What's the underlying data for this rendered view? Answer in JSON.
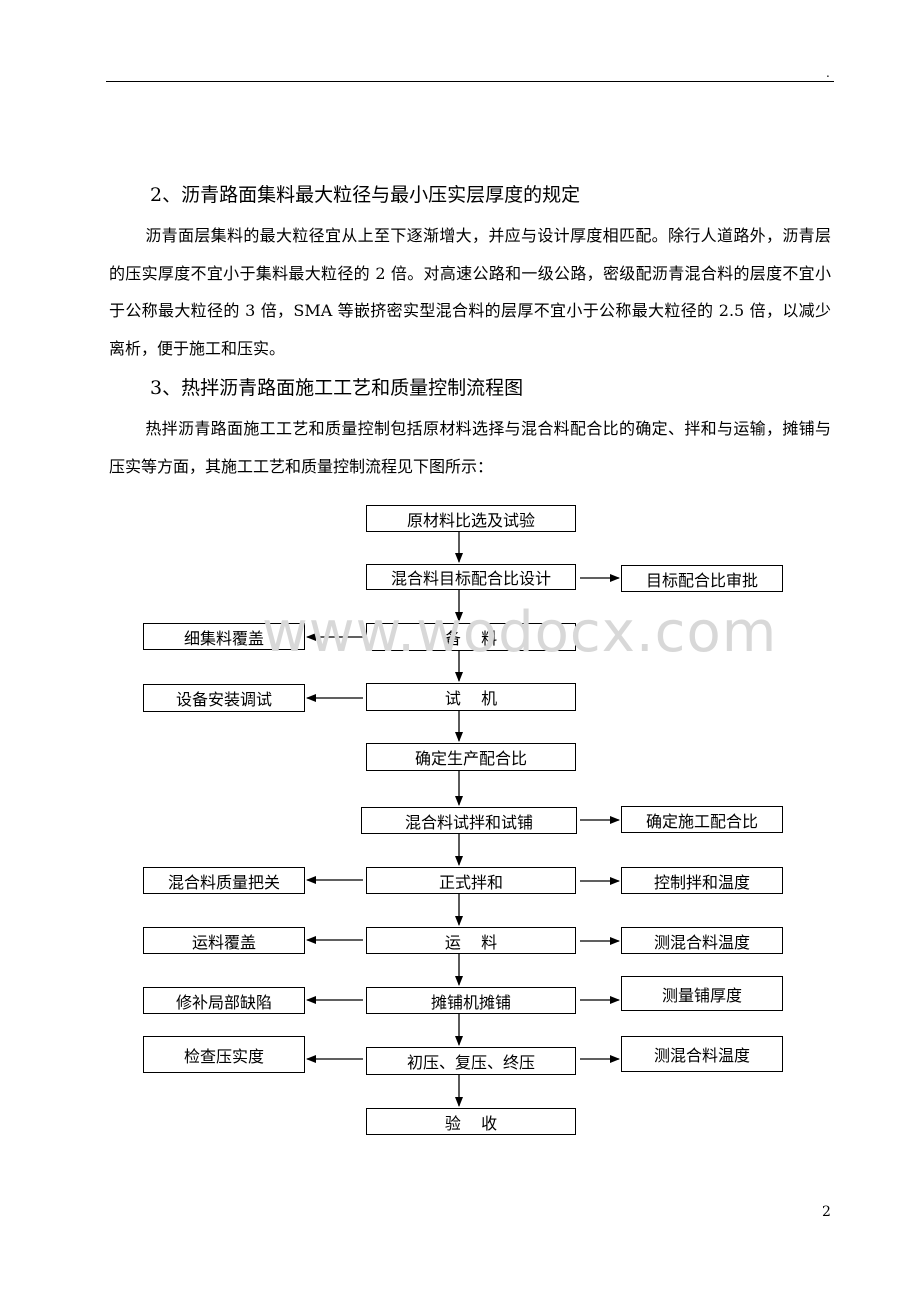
{
  "header": {
    "mark": "."
  },
  "section2": {
    "heading": "2、沥青路面集料最大粒径与最小压实层厚度的规定",
    "paragraph": "沥青面层集料的最大粒径宜从上至下逐渐增大，并应与设计厚度相匹配。除行人道路外，沥青层的压实厚度不宜小于集料最大粒径的 2 倍。对高速公路和一级公路，密级配沥青混合料的层度不宜小于公称最大粒径的 3 倍，SMA 等嵌挤密实型混合料的层厚不宜小于公称最大粒径的 2.5 倍，以减少离析，便于施工和压实。"
  },
  "section3": {
    "heading": "3、热拌沥青路面施工工艺和质量控制流程图",
    "paragraph": "热拌沥青路面施工工艺和质量控制包括原材料选择与混合料配合比的确定、拌和与运输，摊铺与压实等方面，其施工工艺和质量控制流程见下图所示："
  },
  "flowchart": {
    "main_steps": [
      "原材料比选及试验",
      "混合料目标配合比设计",
      "备    料",
      "试    机",
      "确定生产配合比",
      "混合料试拌和试铺",
      "正式拌和",
      "运    料",
      "摊铺机摊铺",
      "初压、复压、终压",
      "验    收"
    ],
    "left_steps": [
      "细集料覆盖",
      "设备安装调试",
      "混合料质量把关",
      "运料覆盖",
      "修补局部缺陷",
      "检查压实度"
    ],
    "right_steps": [
      "目标配合比审批",
      "确定施工配合比",
      "控制拌和温度",
      "测混合料温度",
      "测量铺厚度",
      "测混合料温度"
    ]
  },
  "watermark": "www.wodocx.com",
  "page_number": "2"
}
